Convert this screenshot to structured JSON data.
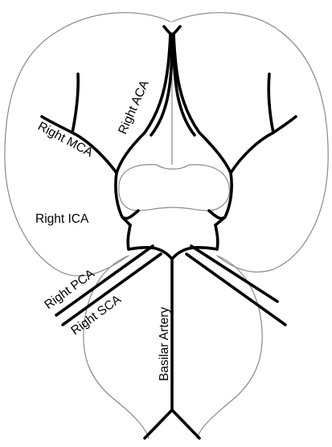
{
  "labels": {
    "right_aca": "Right ACA",
    "right_mca": "Right MCA",
    "right_ica": "Right ICA",
    "right_pca": "Right PCA",
    "right_sca": "Right SCA",
    "basilar_artery": "Basilar Artery"
  }
}
